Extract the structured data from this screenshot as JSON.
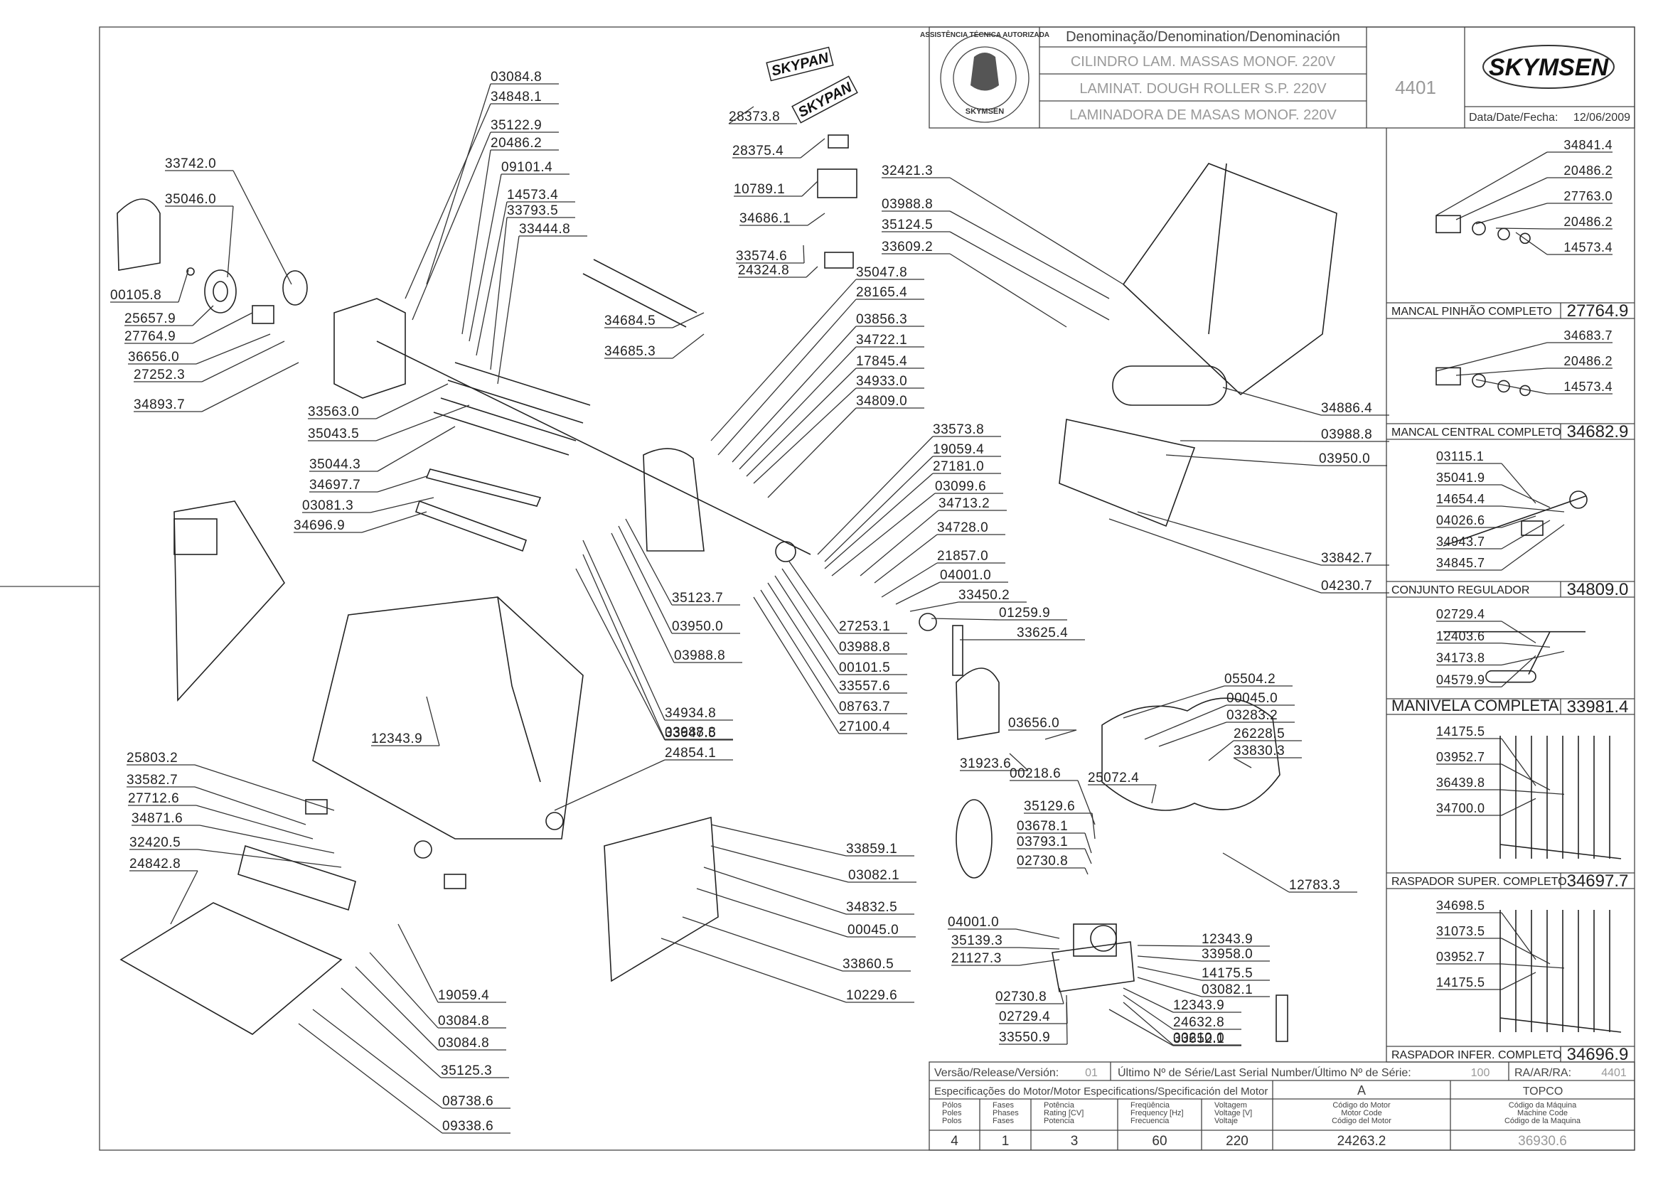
{
  "title_block": {
    "denomination_header": "Denominação/Denomination/Denominación",
    "name_pt": "CILINDRO LAM. MASSAS MONOF. 220V",
    "name_en": "LAMINAT. DOUGH ROLLER S.P. 220V",
    "name_es": "LAMINADORA DE MASAS MONOF. 220V",
    "code": "4401",
    "brand": "SKYMSEN",
    "date_label": "Data/Date/Fecha:",
    "date": "12/06/2009",
    "seal_text": "ASSISTÊNCIA TÉCNICA AUTORIZADA",
    "seal_brand": "SKYMSEN"
  },
  "labels": {
    "skypan_logo": "SKYPAN"
  },
  "footer": {
    "version_label": "Versão/Release/Versión:",
    "version": "01",
    "serial_label": "Último Nº de Série/Last Serial Number/Último Nº de Série:",
    "serial": "100",
    "ra_label": "RA/AR/RA:",
    "ra": "4401",
    "motor_spec_label": "Especificações do Motor/Motor Especifications/Specificación del Motor",
    "motor_letter": "A",
    "motor_maker": "TOPCO",
    "columns": [
      {
        "h1": "Pólos",
        "h2": "Poles",
        "h3": "Polos",
        "value": "4"
      },
      {
        "h1": "Fases",
        "h2": "Phases",
        "h3": "Fases",
        "value": "1"
      },
      {
        "h1": "Potência",
        "h2": "Rating [CV]",
        "h3": "Potencia",
        "value": "3"
      },
      {
        "h1": "Freqüência",
        "h2": "Frequency [Hz]",
        "h3": "Frecuencia",
        "value": "60"
      },
      {
        "h1": "Voltagem",
        "h2": "Voltage [V]",
        "h3": "Voltaje",
        "value": "220"
      },
      {
        "h1": "Código do Motor",
        "h2": "Motor Code",
        "h3": "Código del Motor",
        "value": "24263.2"
      },
      {
        "h1": "Código da Máquina",
        "h2": "Machine Code",
        "h3": "Código de la Maquina",
        "value": "36930.6"
      }
    ]
  },
  "subassemblies": [
    {
      "title": "MANCAL PINHÃO COMPLETO",
      "code": "27764.9",
      "parts": [
        "34841.4",
        "20486.2",
        "27763.0",
        "20486.2",
        "14573.4"
      ]
    },
    {
      "title": "MANCAL CENTRAL COMPLETO",
      "code": "34682.9",
      "parts": [
        "34683.7",
        "20486.2",
        "14573.4"
      ]
    },
    {
      "title": "CONJUNTO REGULADOR",
      "code": "34809.0",
      "parts": [
        "03115.1",
        "35041.9",
        "14654.4",
        "04026.6",
        "34943.7",
        "34845.7"
      ]
    },
    {
      "title": "MANIVELA COMPLETA",
      "code": "33981.4",
      "parts": [
        "02729.4",
        "12403.6",
        "34173.8",
        "04579.9"
      ]
    },
    {
      "title": "RASPADOR SUPER. COMPLETO",
      "code": "34697.7",
      "parts": [
        "14175.5",
        "03952.7",
        "36439.8",
        "34700.0"
      ]
    },
    {
      "title": "RASPADOR INFER. COMPLETO",
      "code": "34696.9",
      "parts": [
        "34698.5",
        "31073.5",
        "03952.7",
        "14175.5"
      ]
    }
  ],
  "part_labels": [
    "03084.8",
    "34848.1",
    "35122.9",
    "20486.2",
    "09101.4",
    "14573.4",
    "33793.5",
    "33444.8",
    "33742.0",
    "35046.0",
    "00105.8",
    "25657.9",
    "27764.9",
    "36656.0",
    "27252.3",
    "34893.7",
    "33563.0",
    "35043.5",
    "35044.3",
    "34697.7",
    "03081.3",
    "34696.9",
    "28373.8",
    "28375.4",
    "10789.1",
    "34686.1",
    "33574.6",
    "24324.8",
    "34684.5",
    "34685.3",
    "32421.3",
    "03988.8",
    "35124.5",
    "33609.2",
    "35047.8",
    "28165.4",
    "03856.3",
    "34722.1",
    "17845.4",
    "34933.0",
    "34809.0",
    "34886.4",
    "03988.8",
    "03950.0",
    "33842.7",
    "04230.7",
    "33573.8",
    "19059.4",
    "27181.0",
    "03099.6",
    "34713.2",
    "34728.0",
    "21857.0",
    "04001.0",
    "33450.2",
    "01259.9",
    "33625.4",
    "35123.7",
    "03950.0",
    "03988.8",
    "27253.1",
    "03988.8",
    "00101.5",
    "33557.6",
    "08763.7",
    "27100.4",
    "34934.8",
    "03988.8",
    "33647.5",
    "12343.9",
    "24854.1",
    "31923.6",
    "03656.0",
    "05504.2",
    "00045.0",
    "03283.2",
    "26228.5",
    "33830.3",
    "25072.4",
    "00218.6",
    "35129.6",
    "03678.1",
    "03793.1",
    "02730.8",
    "12783.3",
    "25803.2",
    "33582.7",
    "27712.6",
    "34871.6",
    "32420.5",
    "24842.8",
    "33859.1",
    "03082.1",
    "34832.5",
    "00045.0",
    "33860.5",
    "10229.6",
    "19059.4",
    "03084.8",
    "03084.8",
    "35125.3",
    "08738.6",
    "09338.6",
    "04001.0",
    "35139.3",
    "21127.3",
    "12343.9",
    "33958.0",
    "14175.5",
    "03082.1",
    "12343.9",
    "24632.8",
    "00210.0",
    "33652.1",
    "02730.8",
    "02729.4",
    "33550.9"
  ]
}
